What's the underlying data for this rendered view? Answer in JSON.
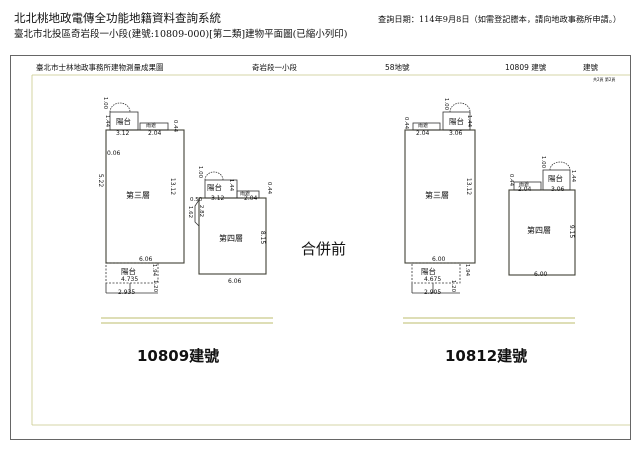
{
  "header": {
    "title": "北北桃地政電傳全功能地籍資料查詢系統",
    "subtitle": "臺北市北投區奇岩段一小段(建號:10809-000)[第二類]建物平面圖(已縮小列印)",
    "query_date": "查詢日期：114年9月8日（如需登記謄本，請向地政事務所申請。）"
  },
  "sheet": {
    "office": "臺北市士林地政事務所建物測量成果圖",
    "section": "奇岩段一小段",
    "lot": "58地號",
    "building_no": "10809 建號",
    "building_label": "建號",
    "page": "共2頁 第2頁",
    "center_label": "合併前",
    "left_caption": "10809建號",
    "right_caption": "10812建號"
  },
  "plans": {
    "left": {
      "third_floor": "第三層",
      "fourth_floor": "第四層",
      "balcony": "陽台",
      "canopy": "雨遮",
      "dims": {
        "d100a": "1.00",
        "d144a": "1.44",
        "d312a": "3.12",
        "d204a": "2.04",
        "d044a": "0.44",
        "d006": "0.06",
        "d522": "5.22",
        "d1312": "13.12",
        "d606a": "6.06",
        "d4735": "4.735",
        "d194": "1.94",
        "d120": "1.20",
        "d2935": "2.935",
        "d100b": "1.00",
        "d144b": "1.44",
        "d312b": "3.12",
        "d050": "0.50",
        "d204b": "2.04",
        "d044b": "0.44",
        "d162": "1.62",
        "d282": "2.82",
        "d815": "8.15",
        "d606b": "6.06"
      }
    },
    "right": {
      "third_floor": "第三層",
      "fourth_floor": "第四層",
      "balcony": "陽台",
      "canopy": "雨遮",
      "dims": {
        "d100a": "1.00",
        "d044a": "0.44",
        "d144a": "1.44",
        "d204a": "2.04",
        "d306a": "3.06",
        "d1312": "13.12",
        "d600a": "6.00",
        "d4675": "4.675",
        "d194": "1.94",
        "d120": "1.20",
        "d2905": "2.905",
        "d100b": "1.00",
        "d044b": "0.44",
        "d144b": "1.44",
        "d204b": "2.04",
        "d306b": "3.06",
        "d915": "9.15",
        "d600b": "6.00"
      }
    }
  }
}
